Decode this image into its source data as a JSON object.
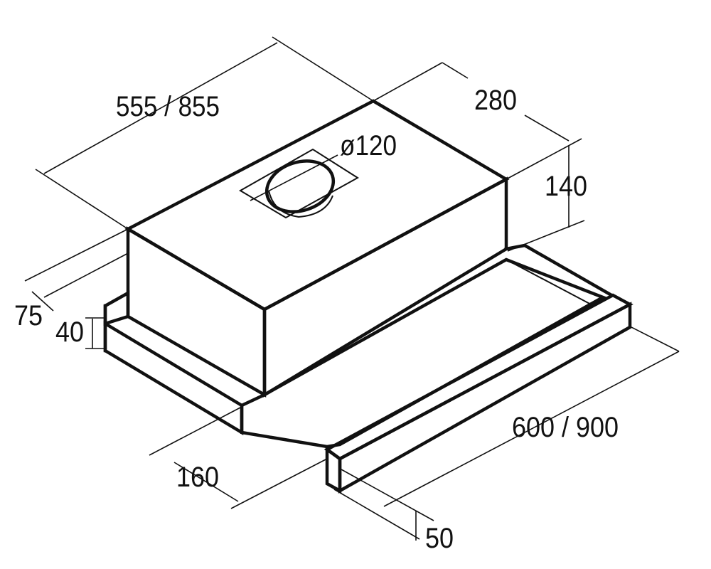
{
  "dimensions": {
    "width_label": "555 / 855",
    "depth_label": "280",
    "duct_label": "ø120",
    "height_label": "140",
    "left_offset_label": "75",
    "panel_height_label": "40",
    "front_depth_label": "160",
    "front_width_label": "600 / 900",
    "handle_label": "50"
  }
}
